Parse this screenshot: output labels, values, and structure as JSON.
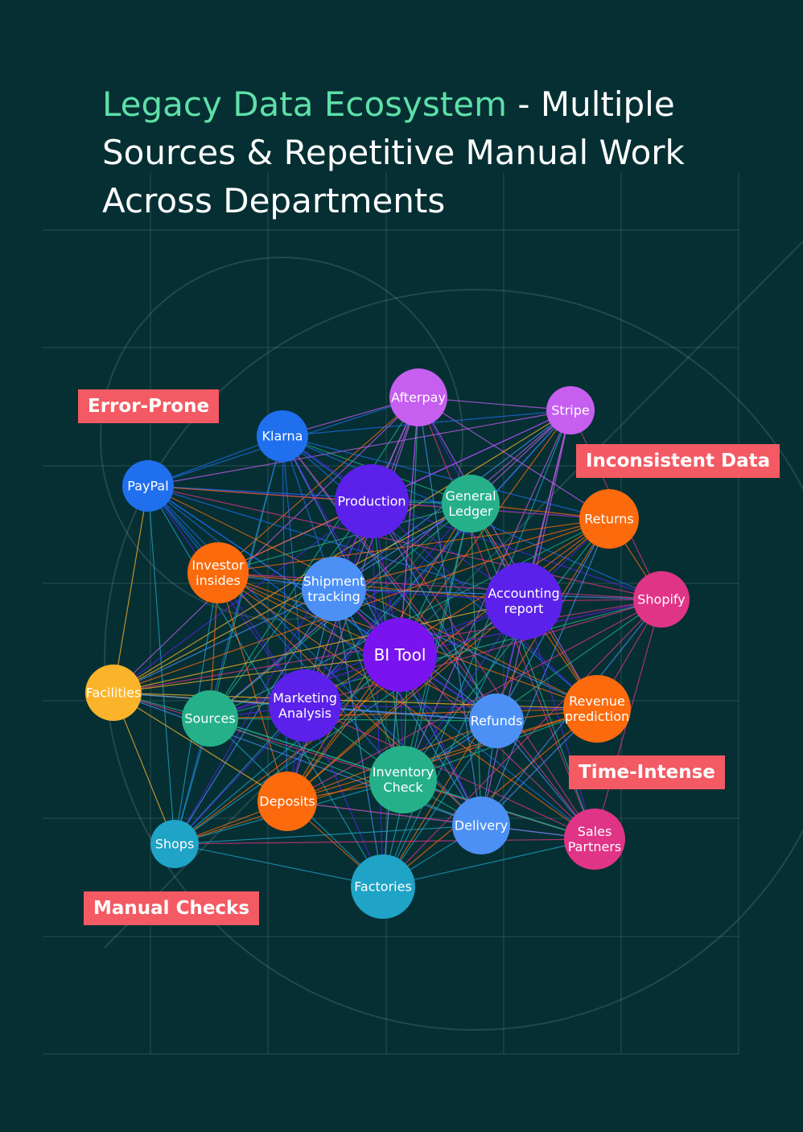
{
  "title": {
    "accent": "Legacy Data Ecosystem",
    "rest": " - Multiple Sources & Repetitive Manual Work Across Departments",
    "accent_color": "#5ee0a8"
  },
  "tags": [
    {
      "id": "error-prone",
      "label": "Error-Prone"
    },
    {
      "id": "inconsistent-data",
      "label": "Inconsistent Data"
    },
    {
      "id": "time-intense",
      "label": "Time-Intense"
    },
    {
      "id": "manual-checks",
      "label": "Manual Checks"
    }
  ],
  "tag_color": "#f35a63",
  "nodes": [
    {
      "id": "afterpay",
      "lines": [
        "Afterpay"
      ],
      "color": "#c65ef0"
    },
    {
      "id": "stripe",
      "lines": [
        "Stripe"
      ],
      "color": "#c65ef0"
    },
    {
      "id": "klarna",
      "lines": [
        "Klarna"
      ],
      "color": "#1f6fee"
    },
    {
      "id": "paypal",
      "lines": [
        "PayPal"
      ],
      "color": "#1f6fee"
    },
    {
      "id": "production",
      "lines": [
        "Production"
      ],
      "color": "#5b21ea"
    },
    {
      "id": "general-ledger",
      "lines": [
        "General",
        "Ledger"
      ],
      "color": "#26b08a"
    },
    {
      "id": "returns",
      "lines": [
        "Returns"
      ],
      "color": "#fb6a0c"
    },
    {
      "id": "investor-insides",
      "lines": [
        "Investor",
        "insides"
      ],
      "color": "#fb6a0c"
    },
    {
      "id": "shipment-tracking",
      "lines": [
        "Shipment",
        "tracking"
      ],
      "color": "#4c90f5"
    },
    {
      "id": "accounting-report",
      "lines": [
        "Accounting",
        "report"
      ],
      "color": "#5b21ea"
    },
    {
      "id": "shopify",
      "lines": [
        "Shopify"
      ],
      "color": "#e03486"
    },
    {
      "id": "bi-tool",
      "lines": [
        "BI Tool"
      ],
      "color": "#7913f0"
    },
    {
      "id": "facilities",
      "lines": [
        "Facilities"
      ],
      "color": "#fbb42a"
    },
    {
      "id": "sources",
      "lines": [
        "Sources"
      ],
      "color": "#26b08a"
    },
    {
      "id": "marketing-analysis",
      "lines": [
        "Marketing",
        "Analysis"
      ],
      "color": "#5b21ea"
    },
    {
      "id": "refunds",
      "lines": [
        "Refunds"
      ],
      "color": "#4c90f5"
    },
    {
      "id": "revenue-prediction",
      "lines": [
        "Revenue",
        "prediction"
      ],
      "color": "#fb6a0c"
    },
    {
      "id": "inventory-check",
      "lines": [
        "Inventory",
        "Check"
      ],
      "color": "#26b08a"
    },
    {
      "id": "deposits",
      "lines": [
        "Deposits"
      ],
      "color": "#fb6a0c"
    },
    {
      "id": "delivery",
      "lines": [
        "Delivery"
      ],
      "color": "#4c90f5"
    },
    {
      "id": "shops",
      "lines": [
        "Shops"
      ],
      "color": "#1fa3c7"
    },
    {
      "id": "sales-partners",
      "lines": [
        "Sales",
        "Partners"
      ],
      "color": "#e03486"
    },
    {
      "id": "factories",
      "lines": [
        "Factories"
      ],
      "color": "#1fa3c7"
    }
  ]
}
